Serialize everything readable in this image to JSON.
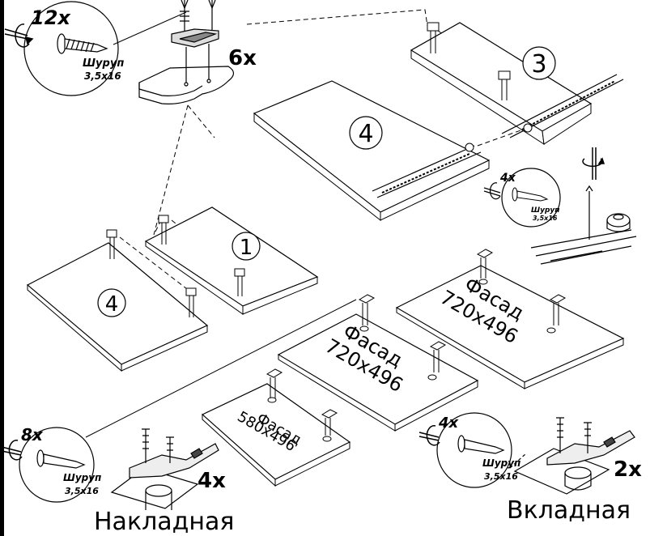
{
  "screw_label": "Шуруп",
  "screw_size": "3,5x16",
  "screw_top_count": "12x",
  "screw_right_count": "4x",
  "screw_bottom_left_count": "8x",
  "screw_bottom_right_count": "4x",
  "connector_count": "6x",
  "hinge_left_count": "4x",
  "hinge_right_count": "2x",
  "hinge_left_type": "Накладная",
  "hinge_right_type": "Вкладная",
  "panels": {
    "p1": "1",
    "p3": "3",
    "p4_top": "4",
    "p4_left": "4"
  },
  "facades": {
    "title": "Фасад",
    "large_size": "720x496",
    "small_size": "580x496"
  }
}
